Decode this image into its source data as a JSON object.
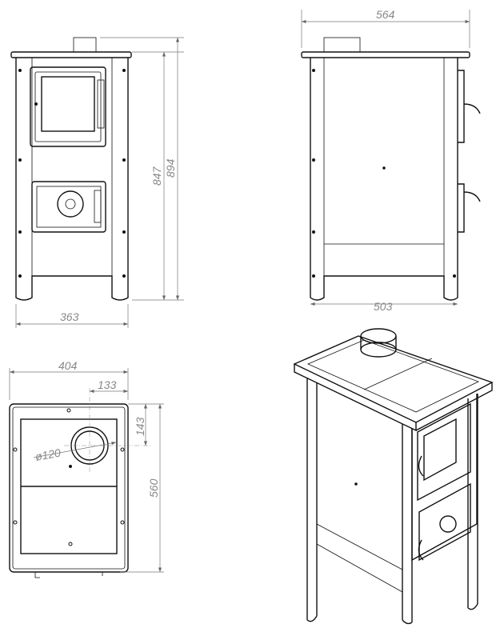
{
  "views": {
    "front": {
      "width_label": "363",
      "height_body_label": "847",
      "height_total_label": "894"
    },
    "side": {
      "depth_top_label": "564",
      "depth_body_label": "503"
    },
    "top": {
      "width_label": "404",
      "flue_offset_x_label": "133",
      "flue_offset_y_label": "143",
      "flue_diameter_label": "ø120",
      "depth_label": "560"
    },
    "isometric": {}
  }
}
